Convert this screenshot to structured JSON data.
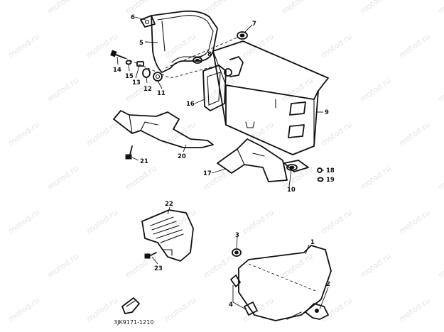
{
  "watermark": "motod.ru",
  "diagram_code": "3JK9171-1210",
  "callouts": [
    "1",
    "2",
    "3",
    "4",
    "5",
    "6",
    "7",
    "8",
    "9",
    "10",
    "11",
    "12",
    "13",
    "14",
    "15",
    "16",
    "17",
    "18",
    "19",
    "20",
    "21",
    "22",
    "23"
  ]
}
